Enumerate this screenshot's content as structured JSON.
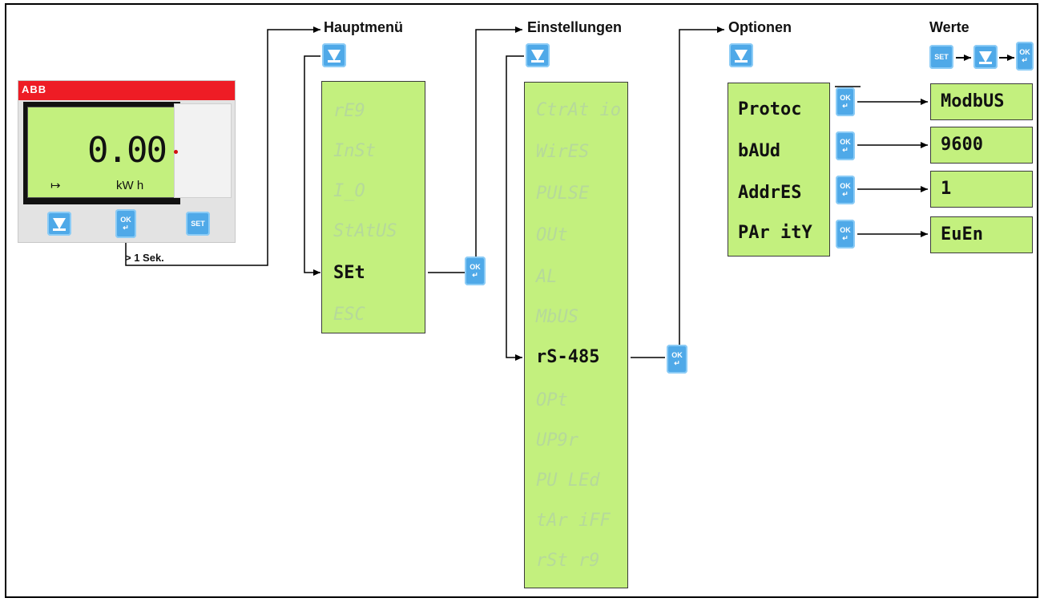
{
  "headings": {
    "main_menu": "Hauptmenü",
    "settings": "Einstellungen",
    "options": "Optionen",
    "values": "Werte"
  },
  "device": {
    "logo": "ABB",
    "reading": "0.00",
    "unit": "kW h",
    "left_symbol": "↦",
    "buttons": {
      "down": "",
      "ok": "OK",
      "set": "SET"
    }
  },
  "hold_note": "> 1 Sek.",
  "main_menu": {
    "items": [
      {
        "label": "rE9",
        "active": false
      },
      {
        "label": "InSt",
        "active": false
      },
      {
        "label": "I_O",
        "active": false
      },
      {
        "label": "StAtUS",
        "active": false
      },
      {
        "label": "SEt",
        "active": true
      },
      {
        "label": "ESC",
        "active": false
      }
    ]
  },
  "settings_menu": {
    "items": [
      {
        "label": "CtrAt io",
        "active": false
      },
      {
        "label": "WirES",
        "active": false
      },
      {
        "label": "PULSE",
        "active": false
      },
      {
        "label": "OUt",
        "active": false
      },
      {
        "label": "AL",
        "active": false
      },
      {
        "label": "MbUS",
        "active": false
      },
      {
        "label": "rS-485",
        "active": true
      },
      {
        "label": "OPt",
        "active": false
      },
      {
        "label": "UP9r",
        "active": false
      },
      {
        "label": "PU LEd",
        "active": false
      },
      {
        "label": "tAr iFF",
        "active": false
      },
      {
        "label": "rSt r9",
        "active": false
      }
    ]
  },
  "options": [
    {
      "label": "Protoc",
      "value": "ModbUS"
    },
    {
      "label": "bAUd",
      "value": "9600"
    },
    {
      "label": "AddrES",
      "value": "1"
    },
    {
      "label": "PAr itY",
      "value": "EuEn"
    }
  ],
  "button_text": {
    "ok": "OK",
    "set": "SET",
    "enter": "↵"
  },
  "colors": {
    "lcd": "#c3f07e",
    "button": "#4fa9e8",
    "brand": "#ee1c25"
  }
}
